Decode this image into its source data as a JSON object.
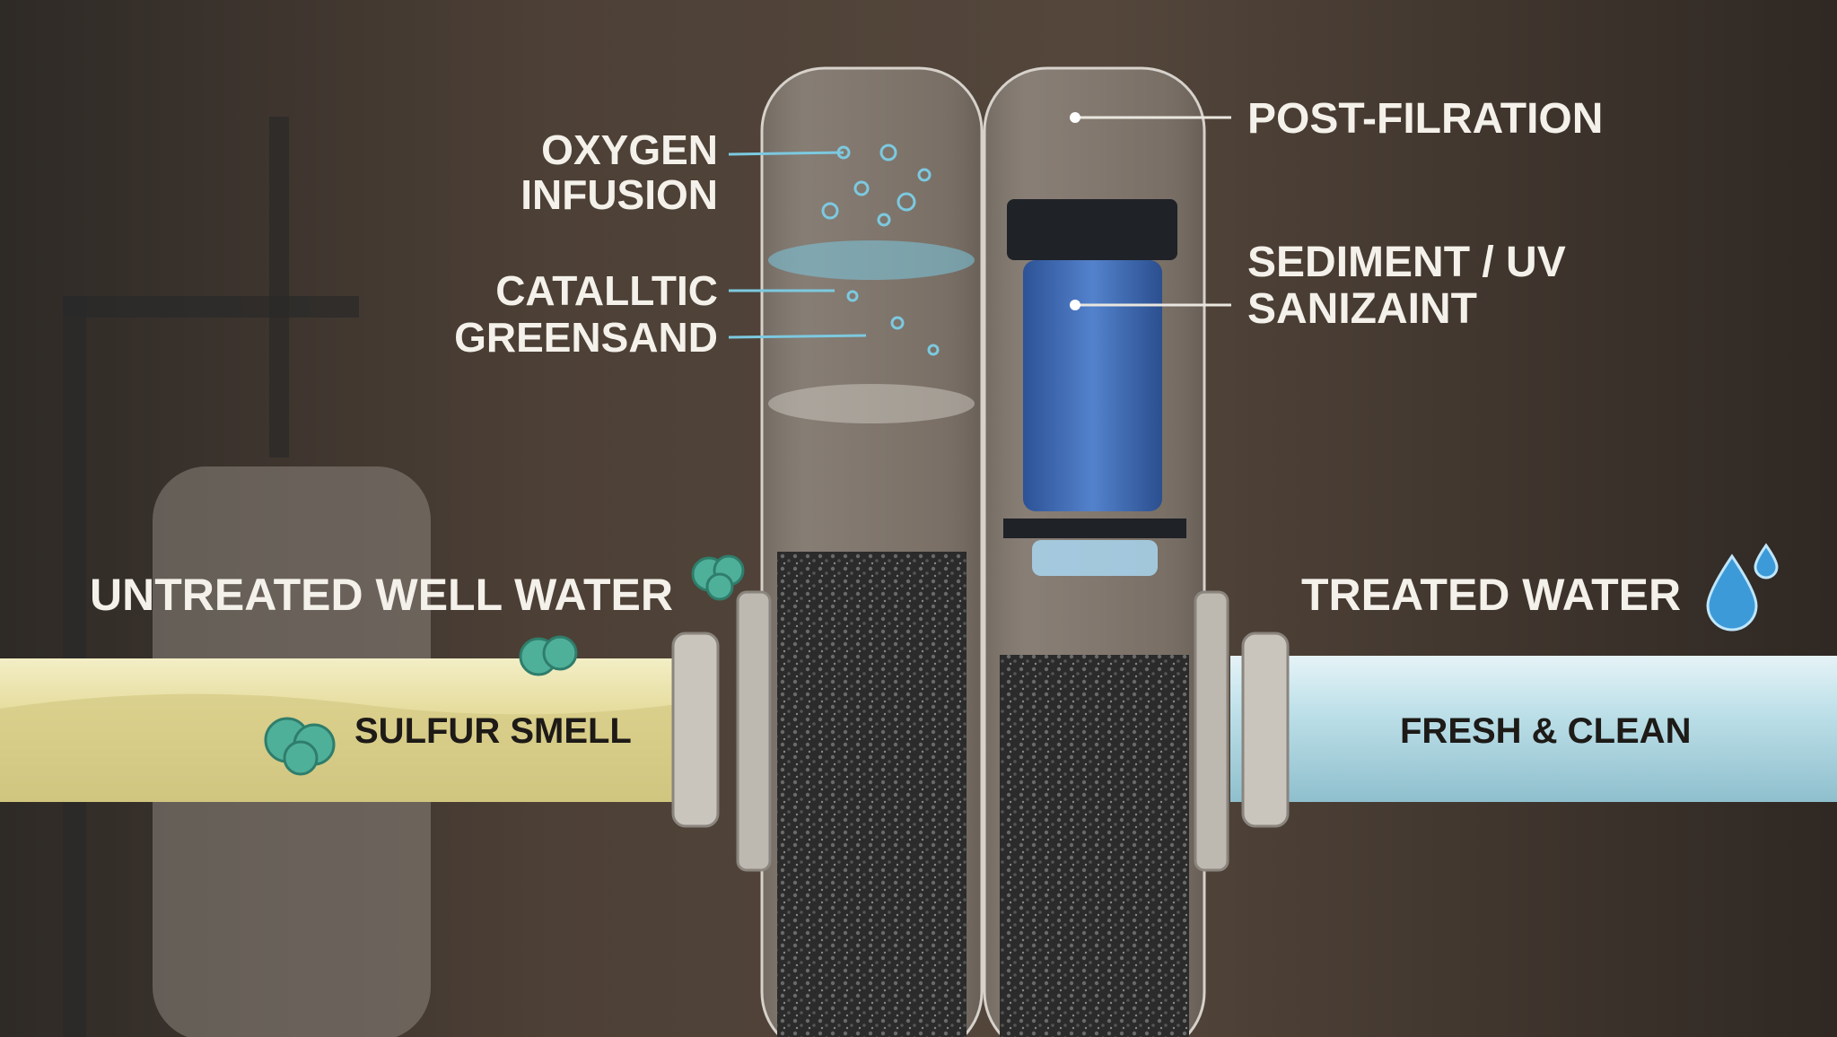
{
  "labels": {
    "oxygen_line1": "OXYGEN",
    "oxygen_line2": "INFUSION",
    "greensand_line1": "CATALLTIC",
    "greensand_line2": "GREENSAND",
    "post_filtration": "POST-FILRATION",
    "sediment_line1": "SEDIMENT / UV",
    "sediment_line2": "SANIZAINT",
    "untreated": "UNTREATED WELL WATER",
    "treated": "TREATED WATER",
    "sulfur": "SULFUR SMELL",
    "fresh": "FRESH & CLEAN"
  },
  "icons": [
    "odor-cloud-icon",
    "water-drop-icon"
  ],
  "colors": {
    "untreated_water": "#e6dfa3",
    "treated_water": "#bcdfe8",
    "filter_cartridge": "#3f6fb8",
    "oxygen_bubbles": "#7cc9e0",
    "odor": "#4fb09a",
    "background": "#4a3d33"
  }
}
